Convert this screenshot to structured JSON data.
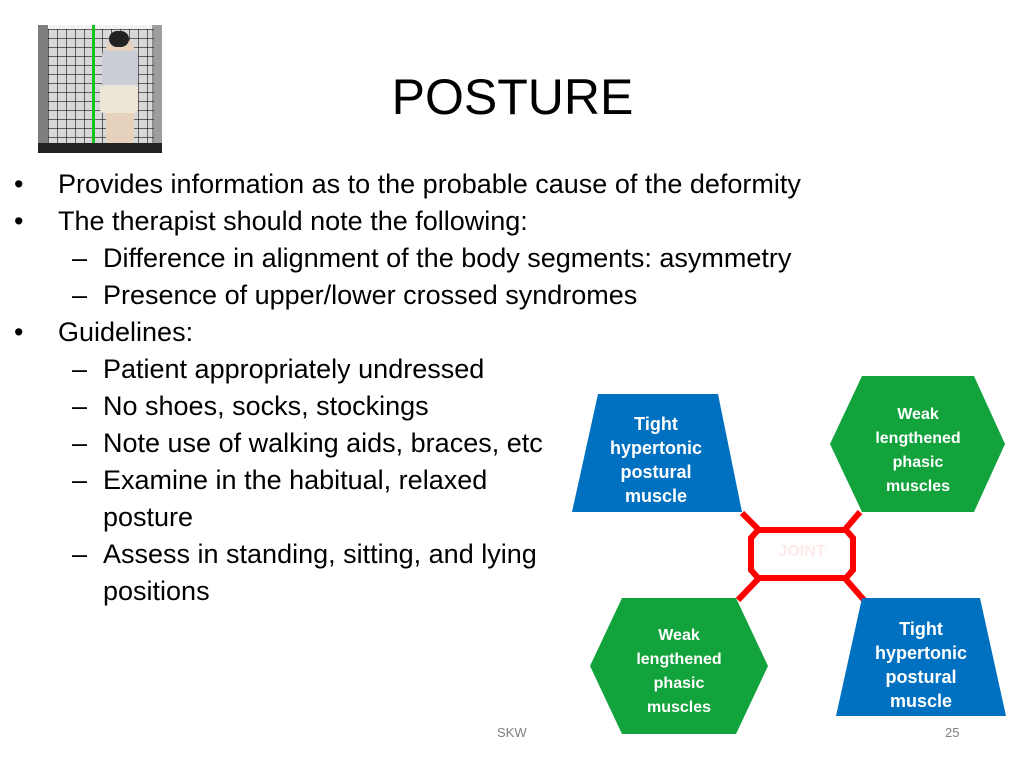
{
  "slide": {
    "title": "POSTURE",
    "footer_text": "SKW",
    "page_number": "25"
  },
  "bullets": [
    {
      "level": 1,
      "marker": "•",
      "text": "Provides information as to the probable cause of the deformity"
    },
    {
      "level": 1,
      "marker": "•",
      "text": "The therapist should note the following:"
    },
    {
      "level": 2,
      "marker": "–",
      "text": "Difference in alignment of the body segments: asymmetry"
    },
    {
      "level": 2,
      "marker": "–",
      "text": "Presence of upper/lower crossed syndromes"
    },
    {
      "level": 1,
      "marker": "•",
      "text": "Guidelines:"
    },
    {
      "level": 2,
      "marker": "–",
      "text": "Patient appropriately undressed"
    },
    {
      "level": 2,
      "marker": "–",
      "text": "No shoes, socks, stockings"
    },
    {
      "level": 2,
      "marker": "–",
      "text": "Note use of walking aids, braces, etc"
    },
    {
      "level": 2,
      "marker": "–",
      "text": "Examine in the habitual, relaxed"
    },
    {
      "level": 2,
      "marker": "",
      "text": "posture"
    },
    {
      "level": 2,
      "marker": "–",
      "text": "Assess in standing, sitting, and lying"
    },
    {
      "level": 2,
      "marker": "",
      "text": "positions"
    }
  ],
  "diagram": {
    "center": "JOINT",
    "top_left": {
      "lines": [
        "Tight",
        "hypertonic",
        "postural",
        "muscle"
      ]
    },
    "top_right": {
      "lines": [
        "Weak",
        "lengthened",
        "phasic",
        "muscles"
      ]
    },
    "bottom_left": {
      "lines": [
        "Weak",
        "lengthened",
        "phasic",
        "muscles"
      ]
    },
    "bottom_right": {
      "lines": [
        "Tight",
        "hypertonic",
        "postural",
        "muscle"
      ]
    },
    "colors": {
      "tight": "#0070c0",
      "weak": "#12a33c",
      "joint_border": "#ff0000",
      "connector": "#ff0000"
    }
  },
  "photo": {
    "icon": "posture-photo"
  }
}
